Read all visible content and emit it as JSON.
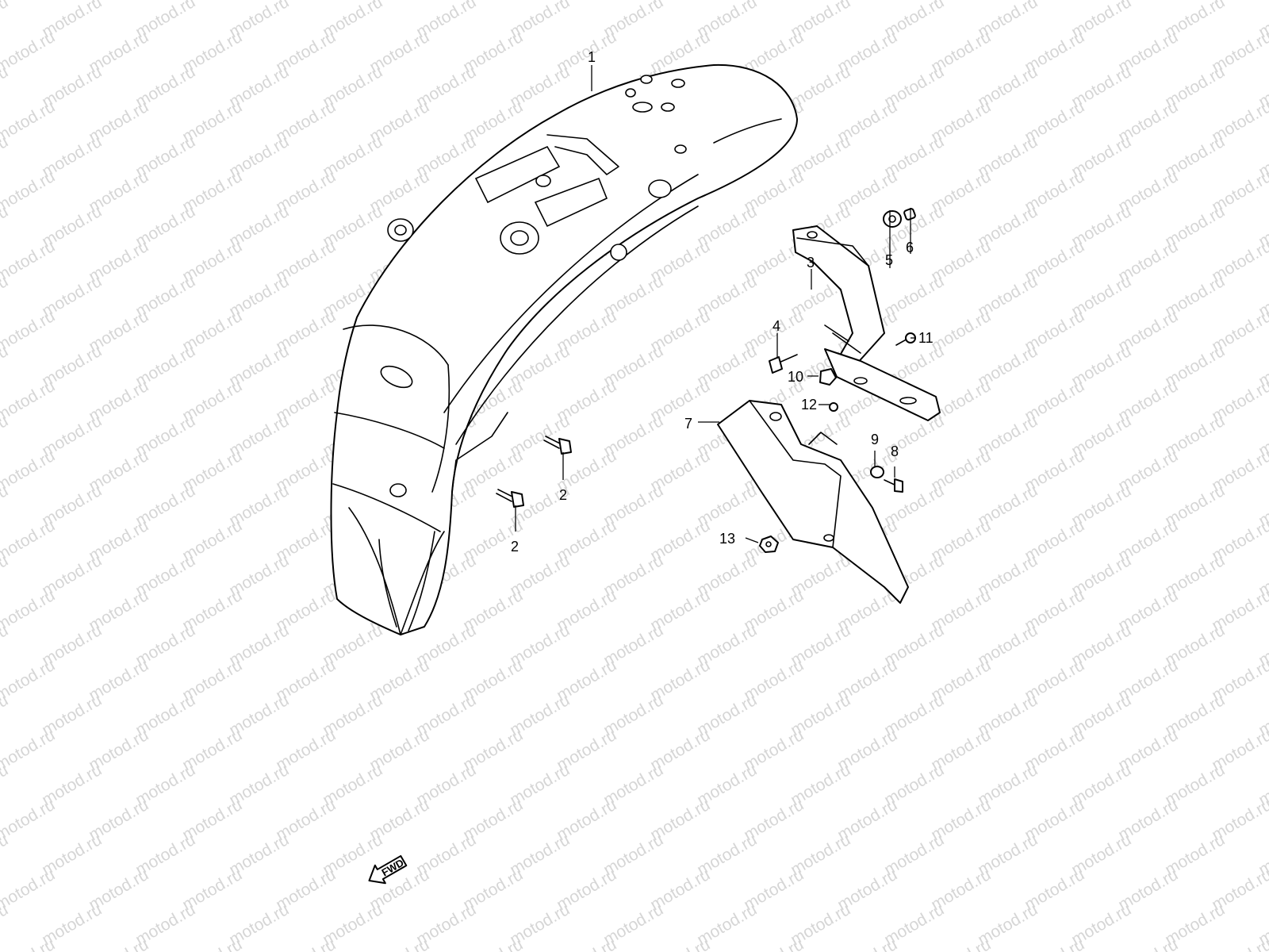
{
  "watermark": {
    "text": "motod.ru"
  },
  "callouts": [
    {
      "id": "c1",
      "text": "1"
    },
    {
      "id": "c2a",
      "text": "2"
    },
    {
      "id": "c2b",
      "text": "2"
    },
    {
      "id": "c3",
      "text": "3"
    },
    {
      "id": "c4",
      "text": "4"
    },
    {
      "id": "c5",
      "text": "5"
    },
    {
      "id": "c6",
      "text": "6"
    },
    {
      "id": "c7",
      "text": "7"
    },
    {
      "id": "c8",
      "text": "8"
    },
    {
      "id": "c9",
      "text": "9"
    },
    {
      "id": "c10",
      "text": "10"
    },
    {
      "id": "c11",
      "text": "11"
    },
    {
      "id": "c12",
      "text": "12"
    },
    {
      "id": "c13",
      "text": "13"
    }
  ],
  "direction_badge": {
    "text": "FWD"
  },
  "colors": {
    "line": "#000000",
    "background": "#ffffff",
    "watermark": "#d6d6d6"
  }
}
